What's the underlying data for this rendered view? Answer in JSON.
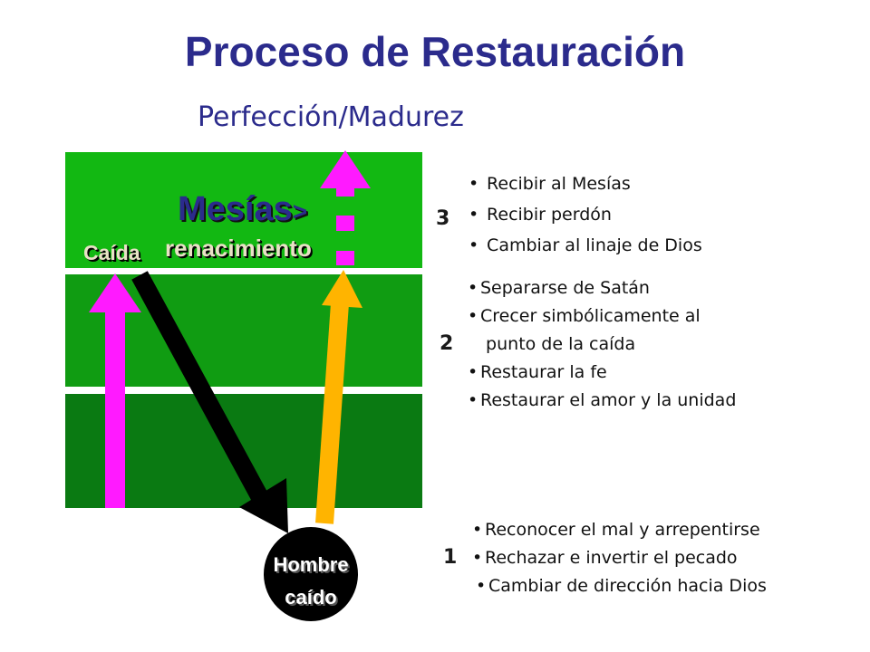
{
  "title": "Proceso de Restauración",
  "subtitle": "Perfección/Madurez",
  "diagram": {
    "messiah": "Mesías",
    "messiah_suffix": ">",
    "rebirth": "renacimiento",
    "fall": "Caída",
    "fallen_man_line1": "Hombre",
    "fallen_man_line2": "caído",
    "colors": {
      "top_band": "#12b812",
      "middle_band": "#109c12",
      "bottom_band": "#0a7a12",
      "magenta_arrow": "#ff1aff",
      "black_arrow": "#000000",
      "gold_arrow": "#ffb400"
    }
  },
  "stages": [
    {
      "number": "3",
      "items": [
        "Recibir al Mesías",
        "Recibir perdón",
        "Cambiar al linaje de Dios"
      ]
    },
    {
      "number": "2",
      "items": [
        "Separarse de Satán",
        "Crecer simbólicamente al",
        "punto de la caída",
        "Restaurar la fe",
        "Restaurar el amor y la unidad"
      ]
    },
    {
      "number": "1",
      "items": [
        "Reconocer el mal y arrepentirse",
        "Rechazar e invertir el pecado",
        "Cambiar de dirección hacia Dios"
      ]
    }
  ]
}
